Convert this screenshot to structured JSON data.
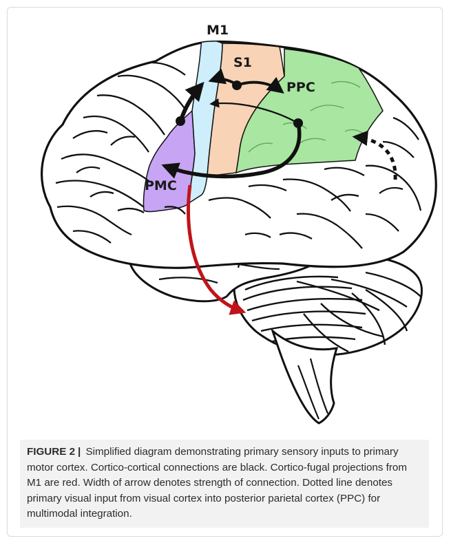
{
  "figure": {
    "regions": [
      {
        "id": "m1",
        "label": "M1",
        "color": "#cdeefa"
      },
      {
        "id": "s1",
        "label": "S1",
        "color": "#f8d3b6"
      },
      {
        "id": "ppc",
        "label": "PPC",
        "color": "#a8e6a1"
      },
      {
        "id": "pmc",
        "label": "PMC",
        "color": "#c7a4f4"
      }
    ],
    "arrow_colors": {
      "cortico_cortical": "#111111",
      "cortico_fugal": "#c0141b"
    }
  },
  "caption": {
    "label": "FIGURE 2",
    "separator": "|",
    "text": "Simplified diagram demonstrating primary sensory inputs to primary motor cortex. Cortico-cortical connections are black. Cortico-fugal projections from M1 are red. Width of arrow denotes strength of connection. Dotted line denotes primary visual input from visual cortex into posterior parietal cortex (PPC) for multimodal integration."
  }
}
